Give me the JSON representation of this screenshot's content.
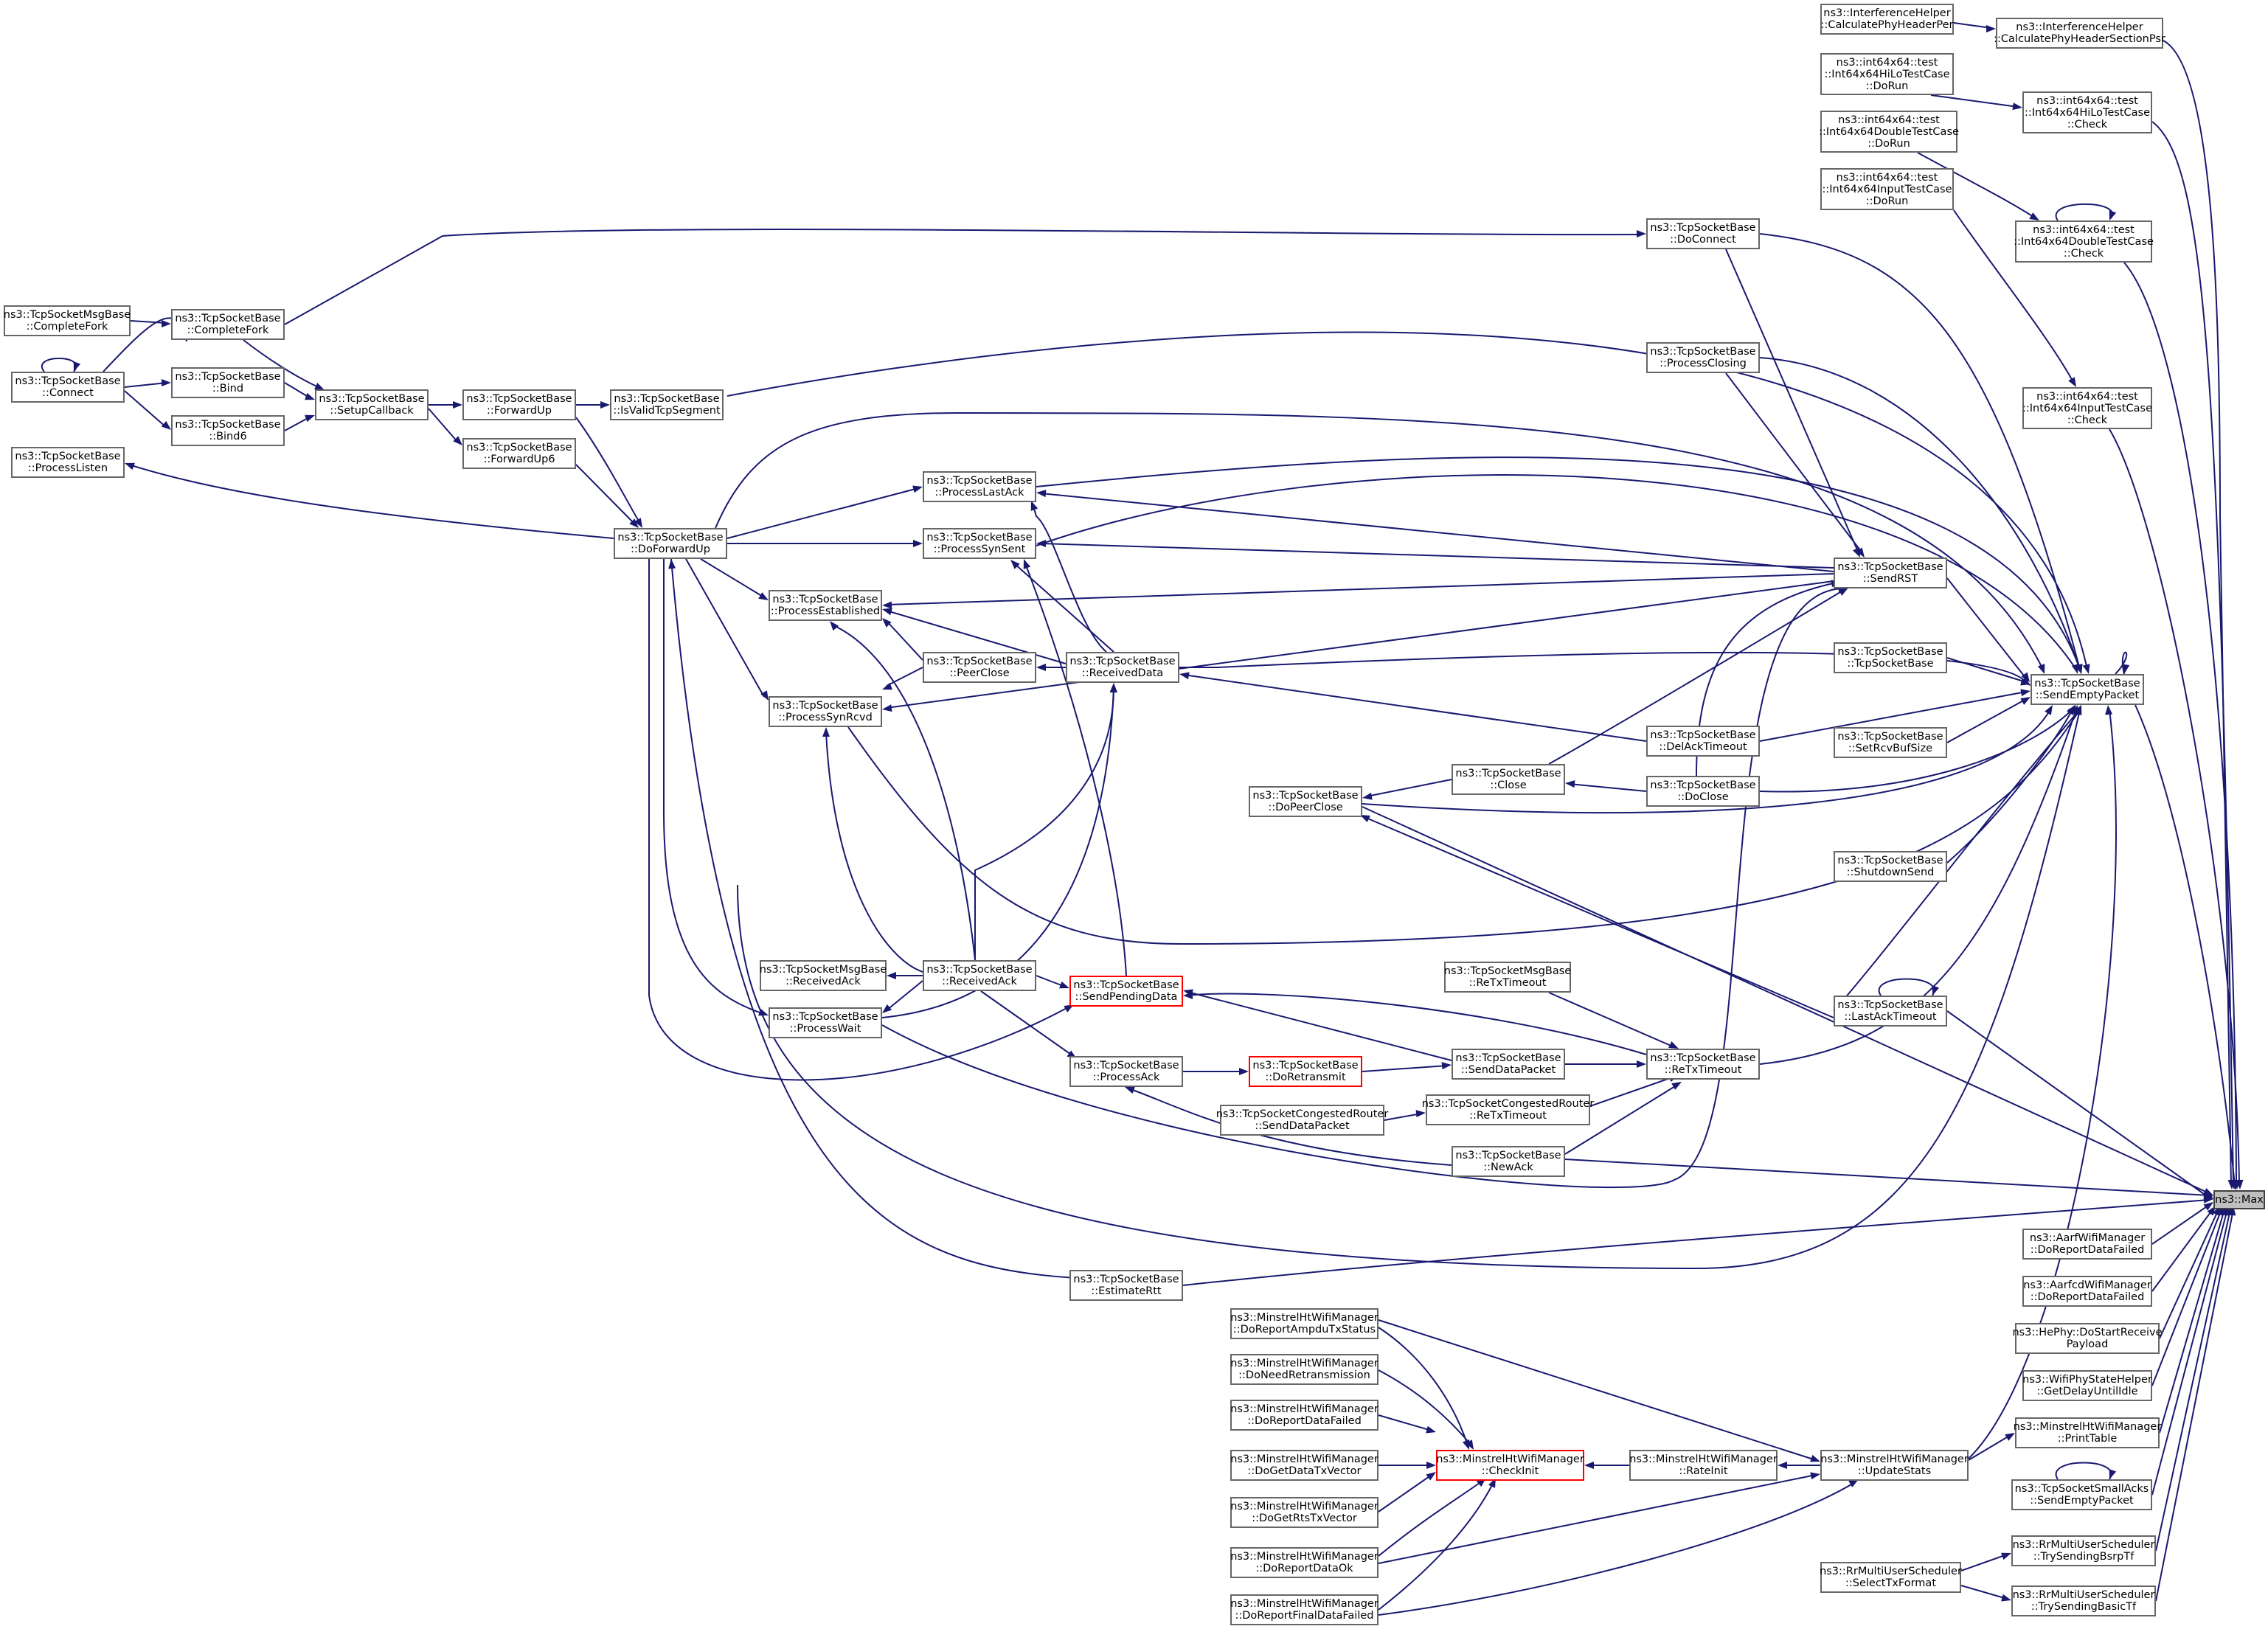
{
  "colors": {
    "edge": "#191970",
    "border": "#666666",
    "truncated_border": "#ff0000",
    "target_fill": "#bfbfbf"
  },
  "nodes": [
    {
      "id": "n1",
      "lines": [
        "ns3::InterferenceHelper",
        "::CalculatePhyHeaderPer"
      ]
    },
    {
      "id": "n2",
      "lines": [
        "ns3::InterferenceHelper",
        "::CalculatePhyHeaderSectionPsr"
      ]
    },
    {
      "id": "n3",
      "lines": [
        "ns3::int64x64::test",
        "::Int64x64HiLoTestCase",
        "::DoRun"
      ]
    },
    {
      "id": "n4",
      "lines": [
        "ns3::int64x64::test",
        "::Int64x64HiLoTestCase",
        "::Check"
      ]
    },
    {
      "id": "n5",
      "lines": [
        "ns3::int64x64::test",
        "::Int64x64DoubleTestCase",
        "::DoRun"
      ]
    },
    {
      "id": "n6",
      "lines": [
        "ns3::int64x64::test",
        "::Int64x64InputTestCase",
        "::DoRun"
      ]
    },
    {
      "id": "n7",
      "lines": [
        "ns3::int64x64::test",
        "::Int64x64DoubleTestCase",
        "::Check"
      ]
    },
    {
      "id": "n8",
      "lines": [
        "ns3::int64x64::test",
        "::Int64x64InputTestCase",
        "::Check"
      ]
    },
    {
      "id": "n9",
      "lines": [
        "ns3::TcpSocketBase",
        "::DoConnect"
      ]
    },
    {
      "id": "n10",
      "lines": [
        "ns3::TcpSocketMsgBase",
        "::CompleteFork"
      ]
    },
    {
      "id": "n11",
      "lines": [
        "ns3::TcpSocketBase",
        "::CompleteFork"
      ]
    },
    {
      "id": "n12",
      "lines": [
        "ns3::TcpSocketBase",
        "::Connect"
      ]
    },
    {
      "id": "n13",
      "lines": [
        "ns3::TcpSocketBase",
        "::Bind"
      ]
    },
    {
      "id": "n14",
      "lines": [
        "ns3::TcpSocketBase",
        "::Bind6"
      ]
    },
    {
      "id": "n15",
      "lines": [
        "ns3::TcpSocketBase",
        "::SetupCallback"
      ]
    },
    {
      "id": "n16",
      "lines": [
        "ns3::TcpSocketBase",
        "::ForwardUp"
      ]
    },
    {
      "id": "n17",
      "lines": [
        "ns3::TcpSocketBase",
        "::IsValidTcpSegment"
      ]
    },
    {
      "id": "n18",
      "lines": [
        "ns3::TcpSocketBase",
        "::ForwardUp6"
      ]
    },
    {
      "id": "n19",
      "lines": [
        "ns3::TcpSocketBase",
        "::ProcessListen"
      ]
    },
    {
      "id": "n20",
      "lines": [
        "ns3::TcpSocketBase",
        "::ProcessClosing"
      ]
    },
    {
      "id": "n21",
      "lines": [
        "ns3::TcpSocketBase",
        "::DoForwardUp"
      ]
    },
    {
      "id": "n22",
      "lines": [
        "ns3::TcpSocketBase",
        "::ProcessLastAck"
      ]
    },
    {
      "id": "n23",
      "lines": [
        "ns3::TcpSocketBase",
        "::ProcessSynSent"
      ]
    },
    {
      "id": "n24",
      "lines": [
        "ns3::TcpSocketBase",
        "::ProcessEstablished"
      ]
    },
    {
      "id": "n25",
      "lines": [
        "ns3::TcpSocketBase",
        "::SendRST"
      ]
    },
    {
      "id": "n26",
      "lines": [
        "ns3::TcpSocketBase",
        "::PeerClose"
      ]
    },
    {
      "id": "n27",
      "lines": [
        "ns3::TcpSocketBase",
        "::ReceivedData"
      ]
    },
    {
      "id": "n28",
      "lines": [
        "ns3::TcpSocketBase",
        "::ProcessSynRcvd"
      ]
    },
    {
      "id": "n29",
      "lines": [
        "ns3::TcpSocketBase",
        "::TcpSocketBase"
      ]
    },
    {
      "id": "n30",
      "lines": [
        "ns3::TcpSocketBase",
        "::SendEmptyPacket"
      ]
    },
    {
      "id": "n31",
      "lines": [
        "ns3::TcpSocketBase",
        "::DelAckTimeout"
      ]
    },
    {
      "id": "n32",
      "lines": [
        "ns3::TcpSocketBase",
        "::SetRcvBufSize"
      ]
    },
    {
      "id": "n33",
      "lines": [
        "ns3::TcpSocketBase",
        "::Close"
      ]
    },
    {
      "id": "n34",
      "lines": [
        "ns3::TcpSocketBase",
        "::DoClose"
      ]
    },
    {
      "id": "n35",
      "lines": [
        "ns3::TcpSocketBase",
        "::DoPeerClose"
      ]
    },
    {
      "id": "n36",
      "lines": [
        "ns3::TcpSocketBase",
        "::ShutdownSend"
      ]
    },
    {
      "id": "n37",
      "lines": [
        "ns3::TcpSocketMsgBase",
        "::ReTxTimeout"
      ]
    },
    {
      "id": "n38",
      "lines": [
        "ns3::TcpSocketMsgBase",
        "::ReceivedAck"
      ]
    },
    {
      "id": "n39",
      "lines": [
        "ns3::TcpSocketBase",
        "::ReceivedAck"
      ]
    },
    {
      "id": "n40",
      "lines": [
        "ns3::TcpSocketBase",
        "::SendPendingData"
      ]
    },
    {
      "id": "n41",
      "lines": [
        "ns3::TcpSocketBase",
        "::LastAckTimeout"
      ]
    },
    {
      "id": "n42",
      "lines": [
        "ns3::TcpSocketBase",
        "::ProcessWait"
      ]
    },
    {
      "id": "n43",
      "lines": [
        "ns3::TcpSocketBase",
        "::SendDataPacket"
      ]
    },
    {
      "id": "n44",
      "lines": [
        "ns3::TcpSocketBase",
        "::ReTxTimeout"
      ]
    },
    {
      "id": "n45",
      "lines": [
        "ns3::TcpSocketBase",
        "::ProcessAck"
      ]
    },
    {
      "id": "n46",
      "lines": [
        "ns3::TcpSocketBase",
        "::DoRetransmit"
      ]
    },
    {
      "id": "n47",
      "lines": [
        "ns3::TcpSocketCongestedRouter",
        "::ReTxTimeout"
      ]
    },
    {
      "id": "n48",
      "lines": [
        "ns3::TcpSocketCongestedRouter",
        "::SendDataPacket"
      ]
    },
    {
      "id": "n49",
      "lines": [
        "ns3::TcpSocketBase",
        "::NewAck"
      ]
    },
    {
      "id": "n50",
      "lines": [
        "ns3::Max"
      ]
    },
    {
      "id": "n51",
      "lines": [
        "ns3::AarfWifiManager",
        "::DoReportDataFailed"
      ]
    },
    {
      "id": "n52",
      "lines": [
        "ns3::TcpSocketBase",
        "::EstimateRtt"
      ]
    },
    {
      "id": "n53",
      "lines": [
        "ns3::AarfcdWifiManager",
        "::DoReportDataFailed"
      ]
    },
    {
      "id": "n54",
      "lines": [
        "ns3::MinstrelHtWifiManager",
        "::DoReportAmpduTxStatus"
      ]
    },
    {
      "id": "n55",
      "lines": [
        "ns3::HePhy::DoStartReceive",
        "Payload"
      ]
    },
    {
      "id": "n56",
      "lines": [
        "ns3::MinstrelHtWifiManager",
        "::DoNeedRetransmission"
      ]
    },
    {
      "id": "n57",
      "lines": [
        "ns3::WifiPhyStateHelper",
        "::GetDelayUntilIdle"
      ]
    },
    {
      "id": "n58",
      "lines": [
        "ns3::MinstrelHtWifiManager",
        "::DoReportDataFailed"
      ]
    },
    {
      "id": "n59",
      "lines": [
        "ns3::MinstrelHtWifiManager",
        "::PrintTable"
      ]
    },
    {
      "id": "n60",
      "lines": [
        "ns3::MinstrelHtWifiManager",
        "::CheckInit"
      ]
    },
    {
      "id": "n61",
      "lines": [
        "ns3::MinstrelHtWifiManager",
        "::RateInit"
      ]
    },
    {
      "id": "n62",
      "lines": [
        "ns3::MinstrelHtWifiManager",
        "::UpdateStats"
      ]
    },
    {
      "id": "n63",
      "lines": [
        "ns3::MinstrelHtWifiManager",
        "::DoGetDataTxVector"
      ]
    },
    {
      "id": "n64",
      "lines": [
        "ns3::TcpSocketSmallAcks",
        "::SendEmptyPacket"
      ]
    },
    {
      "id": "n65",
      "lines": [
        "ns3::MinstrelHtWifiManager",
        "::DoGetRtsTxVector"
      ]
    },
    {
      "id": "n66",
      "lines": [
        "ns3::MinstrelHtWifiManager",
        "::DoReportDataOk"
      ]
    },
    {
      "id": "n67",
      "lines": [
        "ns3::RrMultiUserScheduler",
        "::TrySendingBsrpTf"
      ]
    },
    {
      "id": "n68",
      "lines": [
        "ns3::RrMultiUserScheduler",
        "::SelectTxFormat"
      ]
    },
    {
      "id": "n69",
      "lines": [
        "ns3::MinstrelHtWifiManager",
        "::DoReportFinalDataFailed"
      ]
    },
    {
      "id": "n70",
      "lines": [
        "ns3::RrMultiUserScheduler",
        "::TrySendingBasicTf"
      ]
    }
  ]
}
